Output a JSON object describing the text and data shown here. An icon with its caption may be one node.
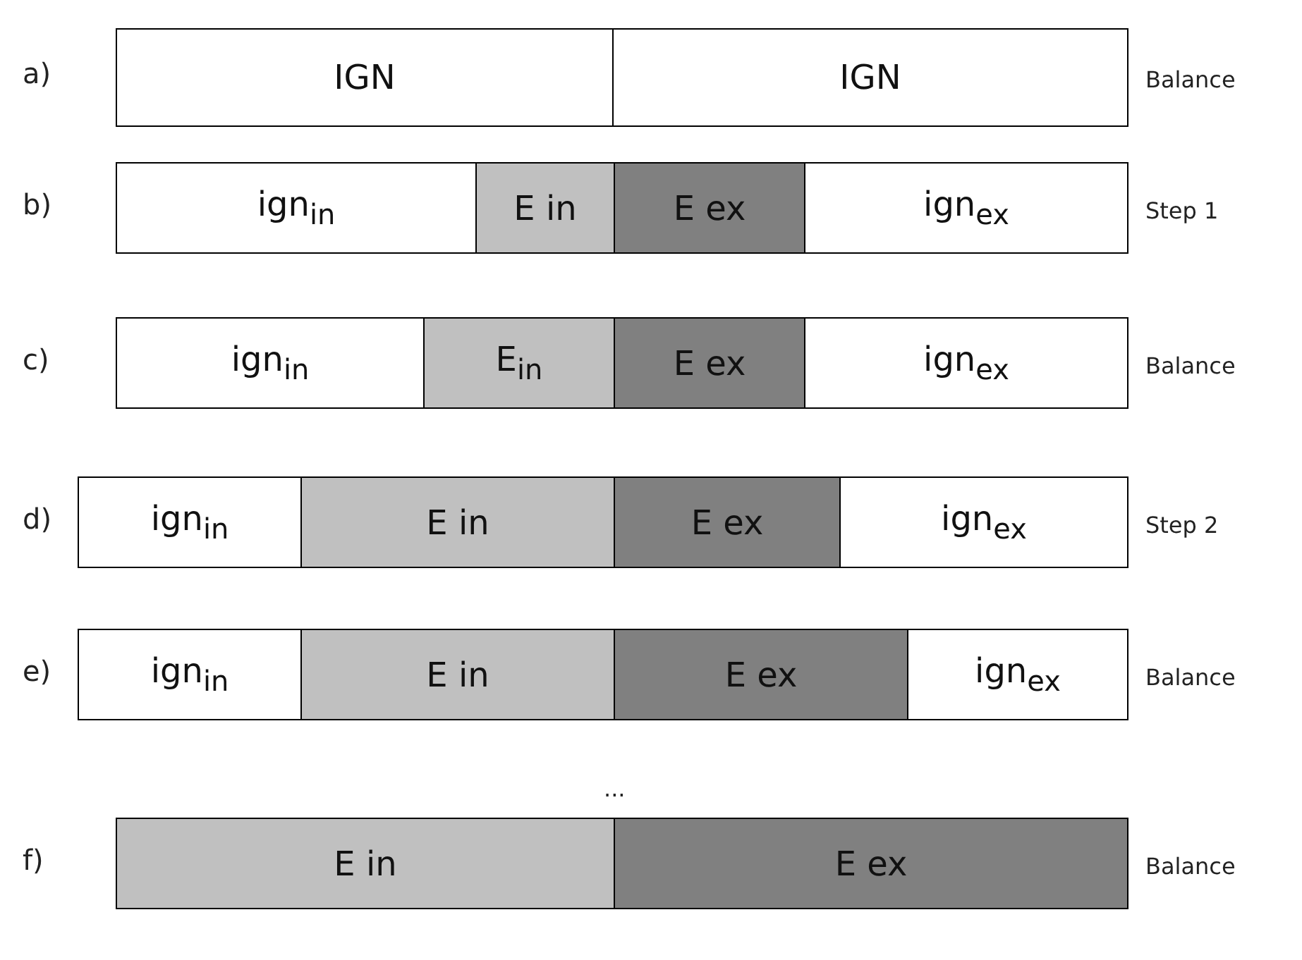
{
  "diagram": {
    "nodes": [
      {
        "text": [
          "IGN"
        ]
      },
      {
        "text": [
          "IGN"
        ]
      },
      {
        "text": [
          "ign$_{in}$"
        ]
      },
      {
        "text": [
          "E in"
        ]
      },
      {
        "text": [
          "E ex"
        ]
      },
      {
        "text": [
          "ign$_{ex}$"
        ]
      },
      {
        "text": [
          "ign$_{in}$"
        ]
      },
      {
        "text": [
          "E$_{in}$"
        ]
      },
      {
        "text": [
          "E ex"
        ]
      },
      {
        "text": [
          "ign$_{ex}$"
        ]
      },
      {
        "text": [
          "ign$_{in}$"
        ]
      },
      {
        "text": [
          "E in"
        ]
      },
      {
        "text": [
          "E ex"
        ]
      },
      {
        "text": [
          "ign$_{ex}$"
        ]
      },
      {
        "text": [
          "ign$_{in}$"
        ]
      },
      {
        "text": [
          "E in"
        ]
      },
      {
        "text": [
          "E ex"
        ]
      },
      {
        "text": [
          "ign$_{ex}$"
        ]
      },
      {
        "text": [
          "E in"
        ]
      },
      {
        "text": [
          "E ex"
        ]
      }
    ],
    "labels": [
      "a)",
      "Balance",
      "b)",
      "Step 1",
      "c)",
      "Balance",
      "d)",
      "Step 2",
      "e)",
      "Balance",
      "...",
      "f)",
      "Balance"
    ]
  }
}
